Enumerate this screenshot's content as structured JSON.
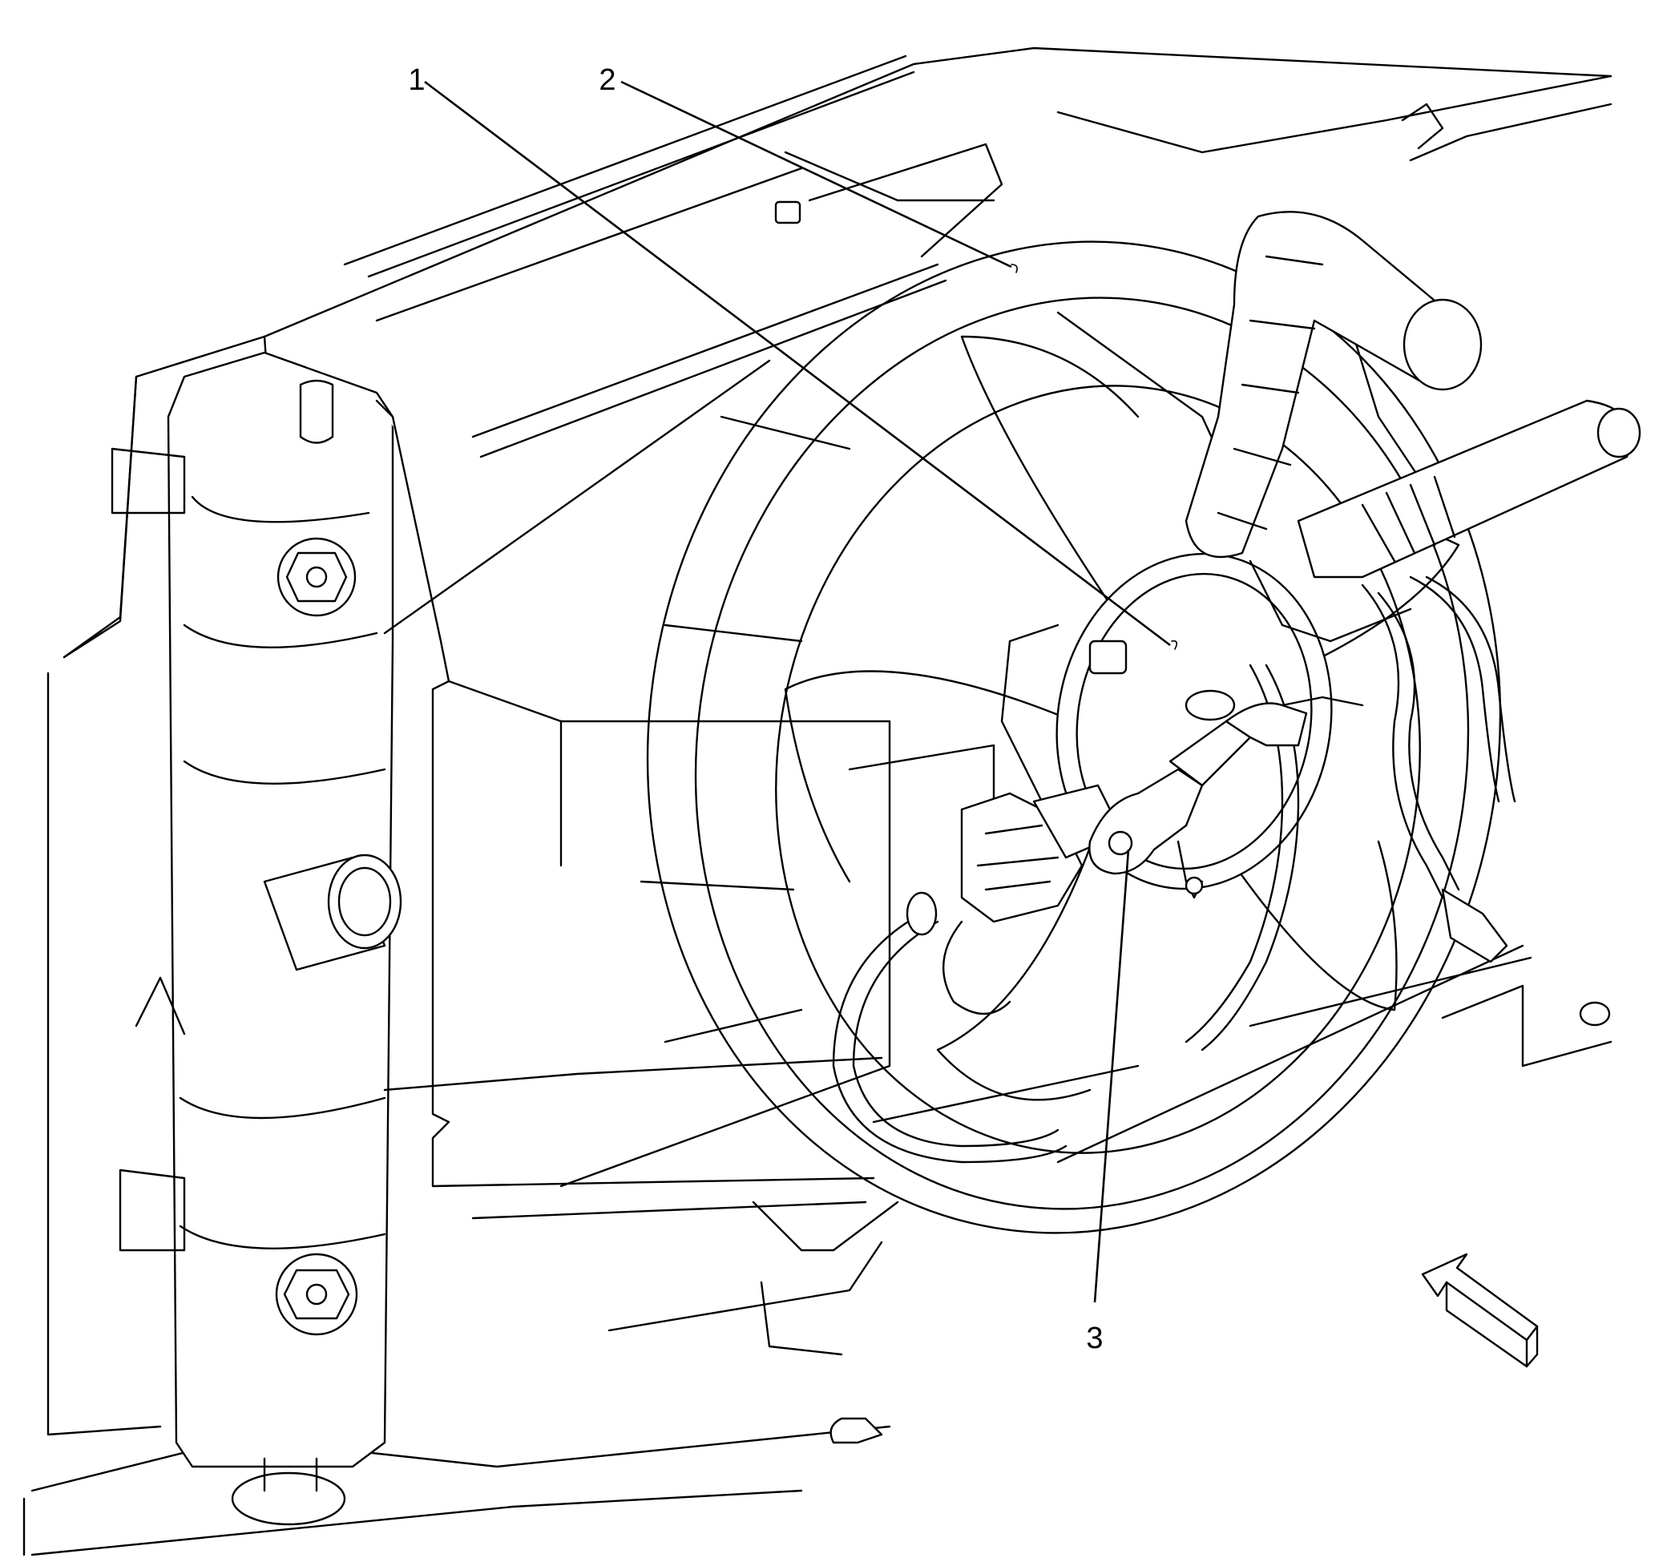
{
  "callouts": [
    {
      "label": "1"
    },
    {
      "label": "2"
    },
    {
      "label": "3"
    }
  ],
  "icons": {
    "view_arrow": "view-direction-arrow-icon"
  },
  "colors": {
    "line": "#000000",
    "background": "#ffffff"
  }
}
